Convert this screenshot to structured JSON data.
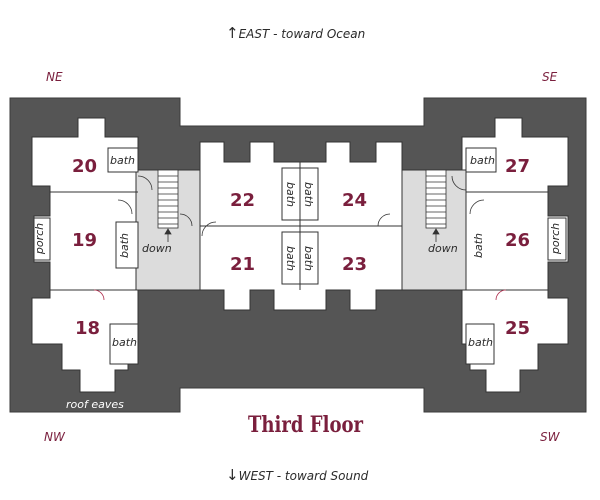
{
  "compass": {
    "east_label": "EAST - toward Ocean",
    "west_label": "WEST - toward Sound",
    "ne": "NE",
    "se": "SE",
    "nw": "NW",
    "sw": "SW",
    "up_arrow": "↑",
    "down_arrow": "↓"
  },
  "title": "Third Floor",
  "rooms": {
    "r18": "18",
    "r19": "19",
    "r20": "20",
    "r21": "21",
    "r22": "22",
    "r23": "23",
    "r24": "24",
    "r25": "25",
    "r26": "26",
    "r27": "27"
  },
  "labels": {
    "bath": "bath",
    "porch": "porch",
    "down": "down",
    "roof_eaves": "roof eaves"
  },
  "colors": {
    "roof": "#555555",
    "room_number": "#7a1f3d",
    "stair_area": "#dcdcdc",
    "floor": "#ffffff"
  }
}
